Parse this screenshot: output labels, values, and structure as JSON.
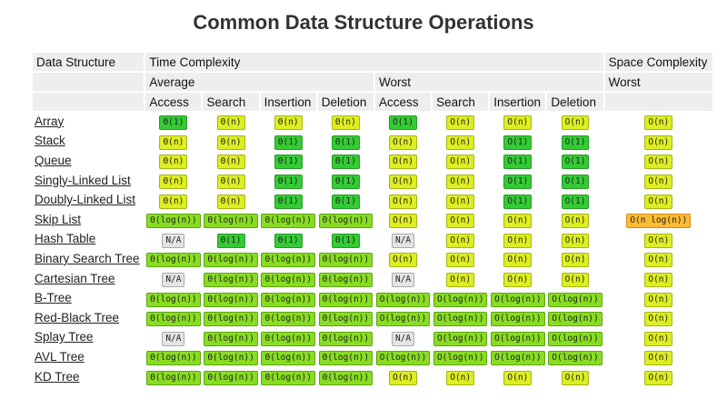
{
  "title": "Common Data Structure Operations",
  "headers": {
    "data_structure": "Data Structure",
    "time_complexity": "Time Complexity",
    "space_complexity": "Space Complexity",
    "average": "Average",
    "worst": "Worst",
    "space_worst": "Worst",
    "ops_average": [
      "Access",
      "Search",
      "Insertion",
      "Deletion"
    ],
    "ops_worst": [
      "Access",
      "Search",
      "Insertion",
      "Deletion"
    ]
  },
  "colors": {
    "green": "#33cc33",
    "lime": "#88dd22",
    "yellow": "#ddee22",
    "gray": "#e4e4e4",
    "orange": "#ffbb33"
  },
  "rows": [
    {
      "name": "Array",
      "cells": [
        {
          "text": "Θ(1)",
          "color": "green"
        },
        {
          "text": "Θ(n)",
          "color": "yellow"
        },
        {
          "text": "Θ(n)",
          "color": "yellow"
        },
        {
          "text": "Θ(n)",
          "color": "yellow"
        },
        {
          "text": "O(1)",
          "color": "green"
        },
        {
          "text": "O(n)",
          "color": "yellow"
        },
        {
          "text": "O(n)",
          "color": "yellow"
        },
        {
          "text": "O(n)",
          "color": "yellow"
        },
        {
          "text": "O(n)",
          "color": "yellow"
        }
      ]
    },
    {
      "name": "Stack",
      "cells": [
        {
          "text": "Θ(n)",
          "color": "yellow"
        },
        {
          "text": "Θ(n)",
          "color": "yellow"
        },
        {
          "text": "Θ(1)",
          "color": "green"
        },
        {
          "text": "Θ(1)",
          "color": "green"
        },
        {
          "text": "O(n)",
          "color": "yellow"
        },
        {
          "text": "O(n)",
          "color": "yellow"
        },
        {
          "text": "O(1)",
          "color": "green"
        },
        {
          "text": "O(1)",
          "color": "green"
        },
        {
          "text": "O(n)",
          "color": "yellow"
        }
      ]
    },
    {
      "name": "Queue",
      "cells": [
        {
          "text": "Θ(n)",
          "color": "yellow"
        },
        {
          "text": "Θ(n)",
          "color": "yellow"
        },
        {
          "text": "Θ(1)",
          "color": "green"
        },
        {
          "text": "Θ(1)",
          "color": "green"
        },
        {
          "text": "O(n)",
          "color": "yellow"
        },
        {
          "text": "O(n)",
          "color": "yellow"
        },
        {
          "text": "O(1)",
          "color": "green"
        },
        {
          "text": "O(1)",
          "color": "green"
        },
        {
          "text": "O(n)",
          "color": "yellow"
        }
      ]
    },
    {
      "name": "Singly-Linked List",
      "cells": [
        {
          "text": "Θ(n)",
          "color": "yellow"
        },
        {
          "text": "Θ(n)",
          "color": "yellow"
        },
        {
          "text": "Θ(1)",
          "color": "green"
        },
        {
          "text": "Θ(1)",
          "color": "green"
        },
        {
          "text": "O(n)",
          "color": "yellow"
        },
        {
          "text": "O(n)",
          "color": "yellow"
        },
        {
          "text": "O(1)",
          "color": "green"
        },
        {
          "text": "O(1)",
          "color": "green"
        },
        {
          "text": "O(n)",
          "color": "yellow"
        }
      ]
    },
    {
      "name": "Doubly-Linked List",
      "cells": [
        {
          "text": "Θ(n)",
          "color": "yellow"
        },
        {
          "text": "Θ(n)",
          "color": "yellow"
        },
        {
          "text": "Θ(1)",
          "color": "green"
        },
        {
          "text": "Θ(1)",
          "color": "green"
        },
        {
          "text": "O(n)",
          "color": "yellow"
        },
        {
          "text": "O(n)",
          "color": "yellow"
        },
        {
          "text": "O(1)",
          "color": "green"
        },
        {
          "text": "O(1)",
          "color": "green"
        },
        {
          "text": "O(n)",
          "color": "yellow"
        }
      ]
    },
    {
      "name": "Skip List",
      "cells": [
        {
          "text": "Θ(log(n))",
          "color": "lime"
        },
        {
          "text": "Θ(log(n))",
          "color": "lime"
        },
        {
          "text": "Θ(log(n))",
          "color": "lime"
        },
        {
          "text": "Θ(log(n))",
          "color": "lime"
        },
        {
          "text": "O(n)",
          "color": "yellow"
        },
        {
          "text": "O(n)",
          "color": "yellow"
        },
        {
          "text": "O(n)",
          "color": "yellow"
        },
        {
          "text": "O(n)",
          "color": "yellow"
        },
        {
          "text": "O(n log(n))",
          "color": "orange"
        }
      ]
    },
    {
      "name": "Hash Table",
      "cells": [
        {
          "text": "N/A",
          "color": "gray"
        },
        {
          "text": "Θ(1)",
          "color": "green"
        },
        {
          "text": "Θ(1)",
          "color": "green"
        },
        {
          "text": "Θ(1)",
          "color": "green"
        },
        {
          "text": "N/A",
          "color": "gray"
        },
        {
          "text": "O(n)",
          "color": "yellow"
        },
        {
          "text": "O(n)",
          "color": "yellow"
        },
        {
          "text": "O(n)",
          "color": "yellow"
        },
        {
          "text": "O(n)",
          "color": "yellow"
        }
      ]
    },
    {
      "name": "Binary Search Tree",
      "cells": [
        {
          "text": "Θ(log(n))",
          "color": "lime"
        },
        {
          "text": "Θ(log(n))",
          "color": "lime"
        },
        {
          "text": "Θ(log(n))",
          "color": "lime"
        },
        {
          "text": "Θ(log(n))",
          "color": "lime"
        },
        {
          "text": "O(n)",
          "color": "yellow"
        },
        {
          "text": "O(n)",
          "color": "yellow"
        },
        {
          "text": "O(n)",
          "color": "yellow"
        },
        {
          "text": "O(n)",
          "color": "yellow"
        },
        {
          "text": "O(n)",
          "color": "yellow"
        }
      ]
    },
    {
      "name": "Cartesian Tree",
      "cells": [
        {
          "text": "N/A",
          "color": "gray"
        },
        {
          "text": "Θ(log(n))",
          "color": "lime"
        },
        {
          "text": "Θ(log(n))",
          "color": "lime"
        },
        {
          "text": "Θ(log(n))",
          "color": "lime"
        },
        {
          "text": "N/A",
          "color": "gray"
        },
        {
          "text": "O(n)",
          "color": "yellow"
        },
        {
          "text": "O(n)",
          "color": "yellow"
        },
        {
          "text": "O(n)",
          "color": "yellow"
        },
        {
          "text": "O(n)",
          "color": "yellow"
        }
      ]
    },
    {
      "name": "B-Tree",
      "cells": [
        {
          "text": "Θ(log(n))",
          "color": "lime"
        },
        {
          "text": "Θ(log(n))",
          "color": "lime"
        },
        {
          "text": "Θ(log(n))",
          "color": "lime"
        },
        {
          "text": "Θ(log(n))",
          "color": "lime"
        },
        {
          "text": "O(log(n))",
          "color": "lime"
        },
        {
          "text": "O(log(n))",
          "color": "lime"
        },
        {
          "text": "O(log(n))",
          "color": "lime"
        },
        {
          "text": "O(log(n))",
          "color": "lime"
        },
        {
          "text": "O(n)",
          "color": "yellow"
        }
      ]
    },
    {
      "name": "Red-Black Tree",
      "cells": [
        {
          "text": "Θ(log(n))",
          "color": "lime"
        },
        {
          "text": "Θ(log(n))",
          "color": "lime"
        },
        {
          "text": "Θ(log(n))",
          "color": "lime"
        },
        {
          "text": "Θ(log(n))",
          "color": "lime"
        },
        {
          "text": "O(log(n))",
          "color": "lime"
        },
        {
          "text": "O(log(n))",
          "color": "lime"
        },
        {
          "text": "O(log(n))",
          "color": "lime"
        },
        {
          "text": "O(log(n))",
          "color": "lime"
        },
        {
          "text": "O(n)",
          "color": "yellow"
        }
      ]
    },
    {
      "name": "Splay Tree",
      "cells": [
        {
          "text": "N/A",
          "color": "gray"
        },
        {
          "text": "Θ(log(n))",
          "color": "lime"
        },
        {
          "text": "Θ(log(n))",
          "color": "lime"
        },
        {
          "text": "Θ(log(n))",
          "color": "lime"
        },
        {
          "text": "N/A",
          "color": "gray"
        },
        {
          "text": "O(log(n))",
          "color": "lime"
        },
        {
          "text": "O(log(n))",
          "color": "lime"
        },
        {
          "text": "O(log(n))",
          "color": "lime"
        },
        {
          "text": "O(n)",
          "color": "yellow"
        }
      ]
    },
    {
      "name": "AVL Tree",
      "cells": [
        {
          "text": "Θ(log(n))",
          "color": "lime"
        },
        {
          "text": "Θ(log(n))",
          "color": "lime"
        },
        {
          "text": "Θ(log(n))",
          "color": "lime"
        },
        {
          "text": "Θ(log(n))",
          "color": "lime"
        },
        {
          "text": "O(log(n))",
          "color": "lime"
        },
        {
          "text": "O(log(n))",
          "color": "lime"
        },
        {
          "text": "O(log(n))",
          "color": "lime"
        },
        {
          "text": "O(log(n))",
          "color": "lime"
        },
        {
          "text": "O(n)",
          "color": "yellow"
        }
      ]
    },
    {
      "name": "KD Tree",
      "cells": [
        {
          "text": "Θ(log(n))",
          "color": "lime"
        },
        {
          "text": "Θ(log(n))",
          "color": "lime"
        },
        {
          "text": "Θ(log(n))",
          "color": "lime"
        },
        {
          "text": "Θ(log(n))",
          "color": "lime"
        },
        {
          "text": "O(n)",
          "color": "yellow"
        },
        {
          "text": "O(n)",
          "color": "yellow"
        },
        {
          "text": "O(n)",
          "color": "yellow"
        },
        {
          "text": "O(n)",
          "color": "yellow"
        },
        {
          "text": "O(n)",
          "color": "yellow"
        }
      ]
    }
  ]
}
